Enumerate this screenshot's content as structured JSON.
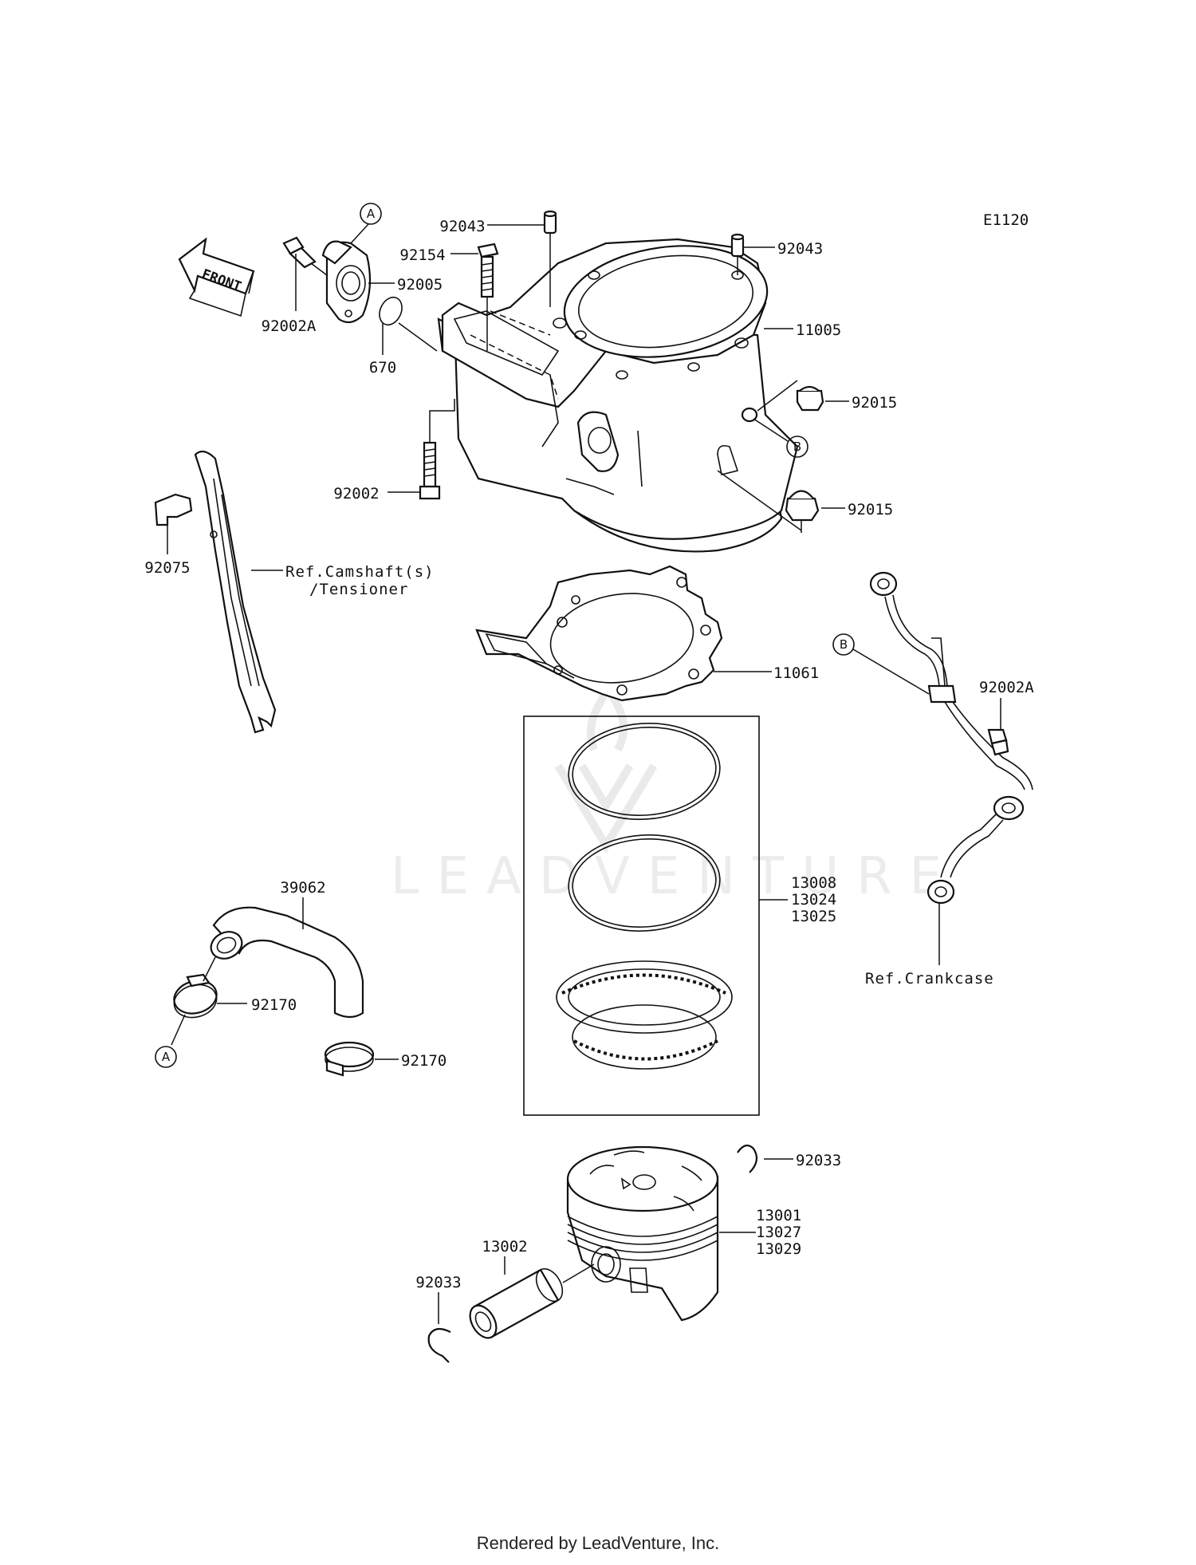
{
  "diagram_code": "E1120",
  "front_label": "FRONT",
  "watermark": "LEADVENTURE",
  "footer": "Rendered by LeadVenture, Inc.",
  "callouts": {
    "a": "A",
    "b": "B"
  },
  "refs": {
    "camshaft_line1": "Ref.Camshaft(s)",
    "camshaft_line2": "/Tensioner",
    "crankcase": "Ref.Crankcase"
  },
  "parts": {
    "p92043_top": "92043",
    "p92043_right": "92043",
    "p92154": "92154",
    "p92005": "92005",
    "p92002A_left": "92002A",
    "p670": "670",
    "p11005": "11005",
    "p92015_upper": "92015",
    "p92015_lower": "92015",
    "p92002": "92002",
    "p92075": "92075",
    "p11061": "11061",
    "p92002A_right": "92002A",
    "p39062": "39062",
    "p92170_left": "92170",
    "p92170_right": "92170",
    "p13008": "13008",
    "p13024": "13024",
    "p13025": "13025",
    "p92033_right": "92033",
    "p13001": "13001",
    "p13027": "13027",
    "p13029": "13029",
    "p13002": "13002",
    "p92033_left": "92033"
  }
}
